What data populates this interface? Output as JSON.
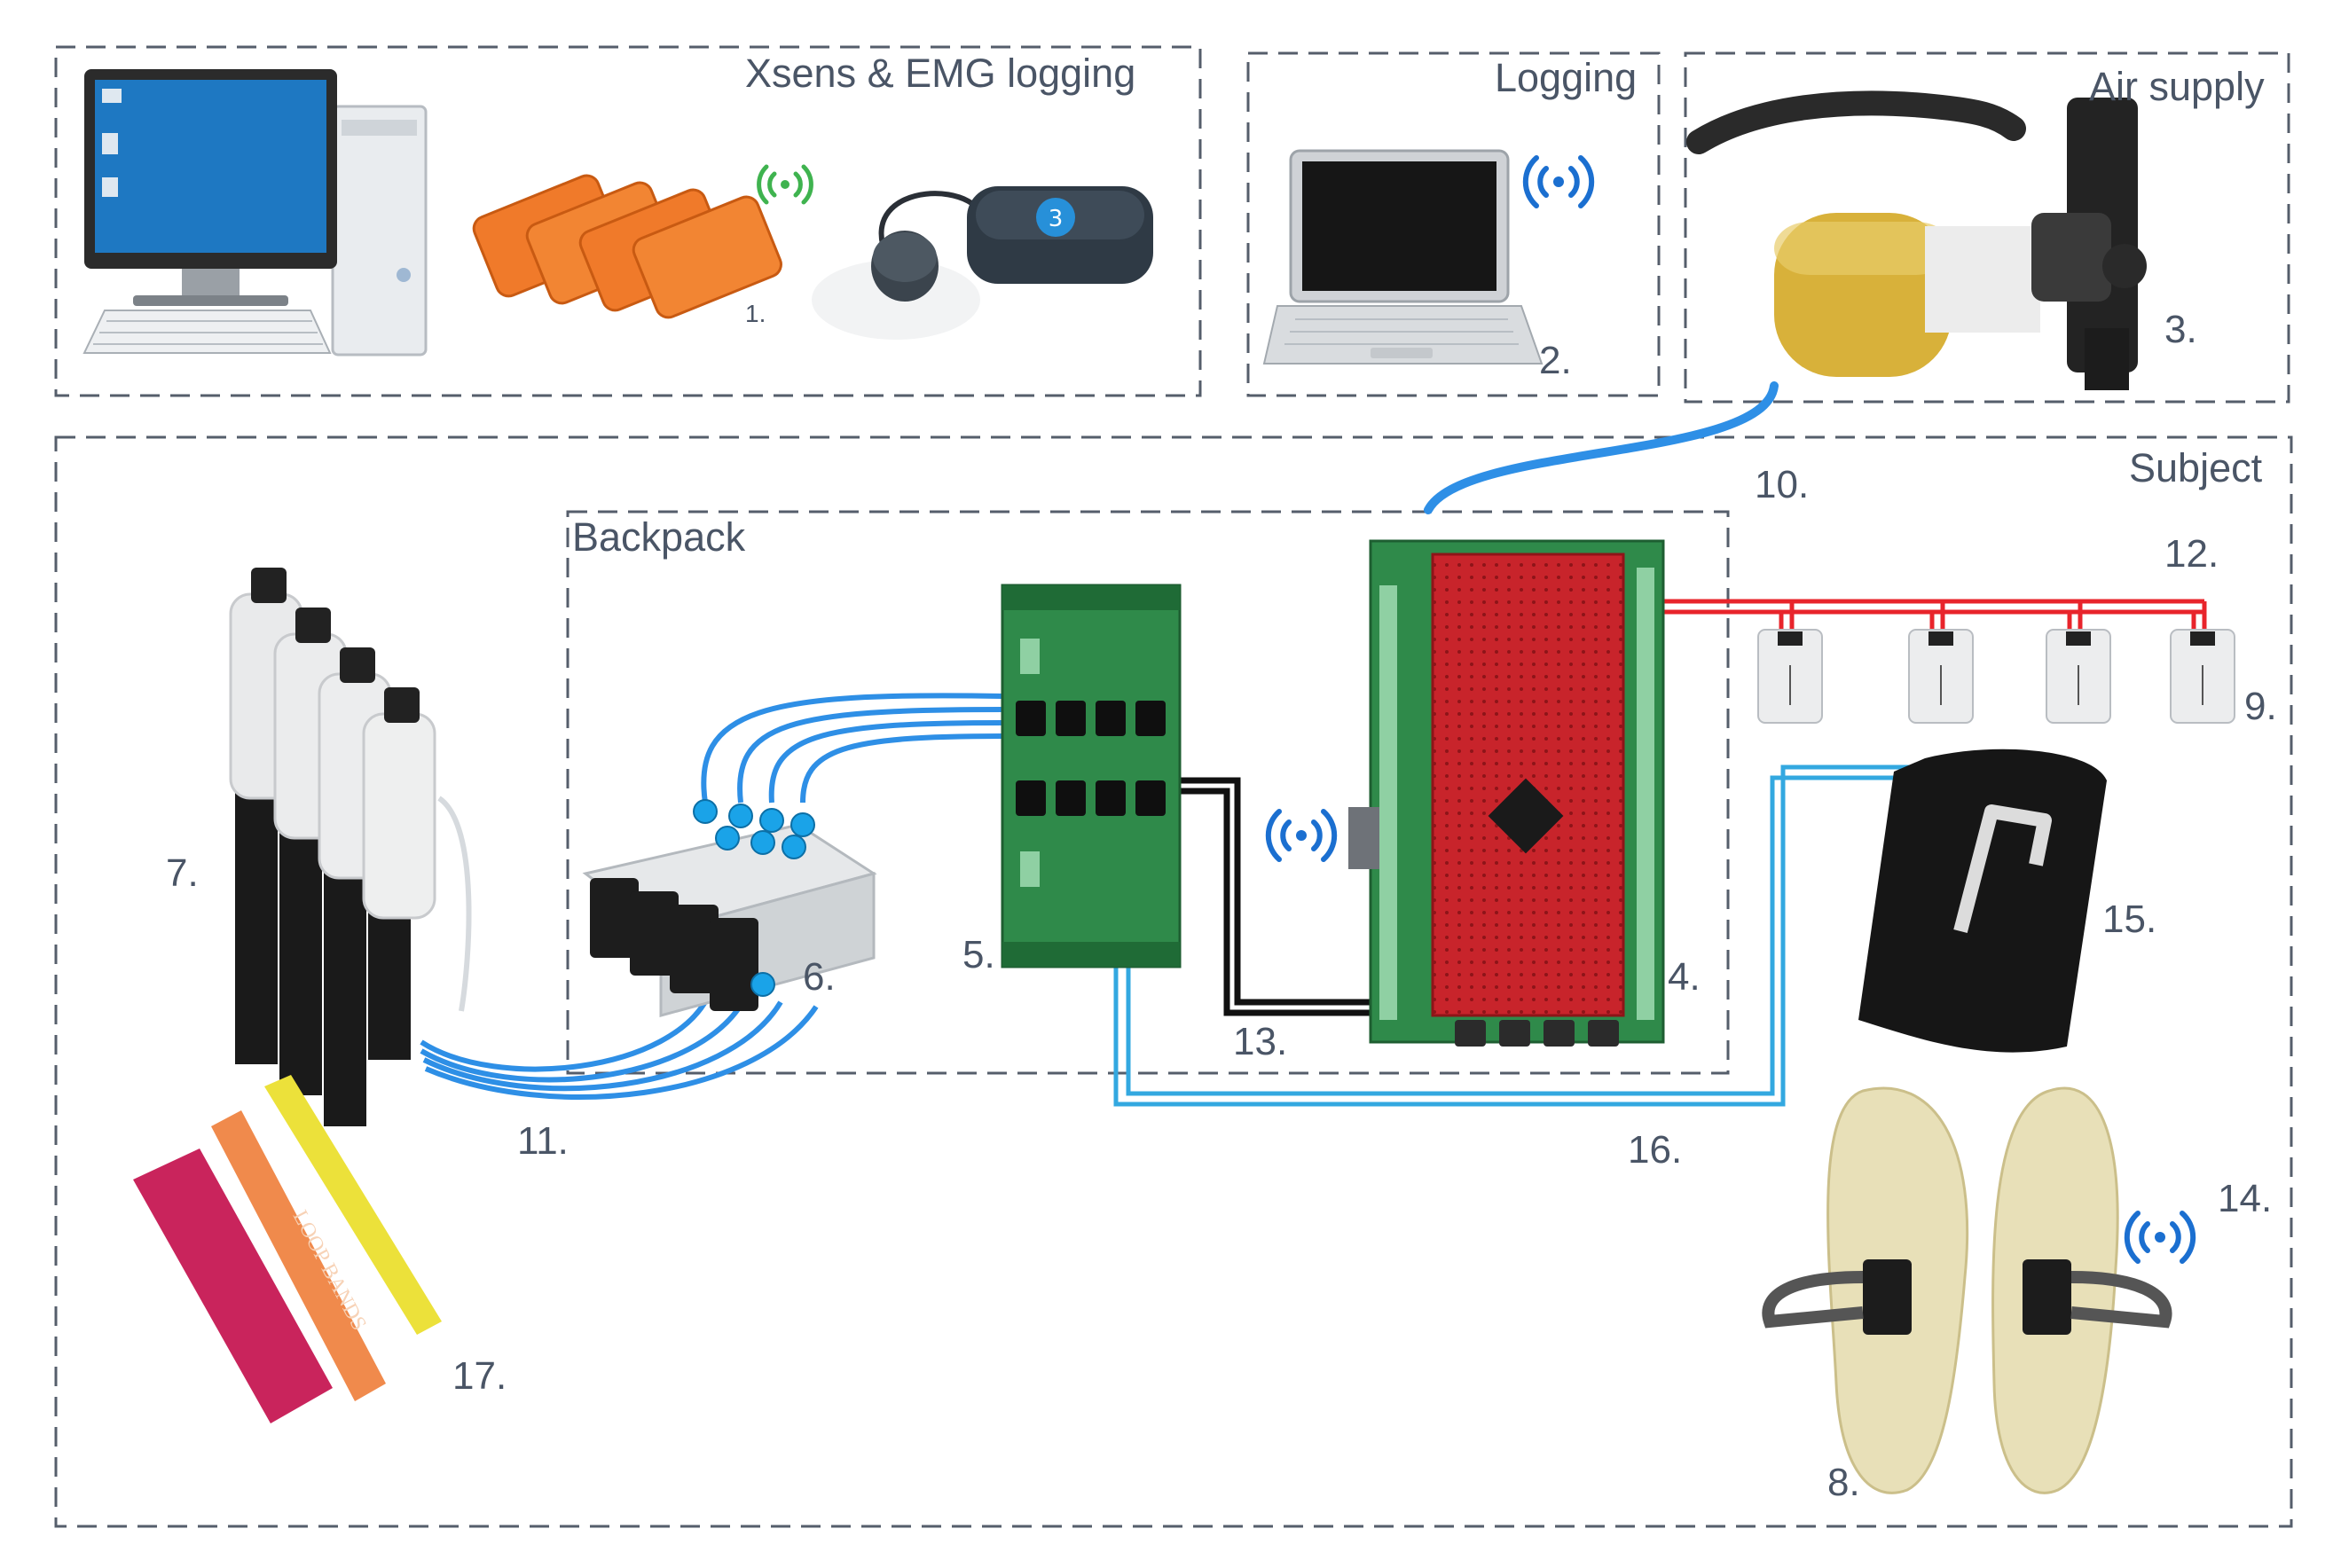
{
  "sections": {
    "xsens": "Xsens & EMG logging",
    "logging": "Logging",
    "air_supply": "Air supply",
    "subject": "Subject",
    "backpack": "Backpack"
  },
  "labels": {
    "n1": "1.",
    "n2": "2.",
    "n3": "3.",
    "n4": "4.",
    "n5": "5.",
    "n6": "6.",
    "n7": "7.",
    "n8": "8.",
    "n9": "9.",
    "n10": "10.",
    "n11": "11.",
    "n12": "12.",
    "n13": "13.",
    "n14": "14.",
    "n15": "15.",
    "n16": "16.",
    "n17": "17."
  },
  "device_text": {
    "loop_bands": "LOOP BANDS"
  },
  "colors": {
    "frame": "#555e6b",
    "text": "#4a5566",
    "tube": "#2e8fe6",
    "cable_light": "#33a8e0",
    "red_wire": "#e8242b",
    "wireless_blue": "#1b6fd0",
    "wireless_green": "#3fb34f",
    "pcb_red": "#c8242b",
    "pcb_green": "#2f8a4a"
  },
  "icons": [
    "desktop-computer-icon",
    "xsens-sensor-icon",
    "emg-sensor-icon",
    "laptop-icon",
    "air-tank-icon",
    "wireless-icon",
    "valve-manifold-icon",
    "driver-board-icon",
    "controller-board-icon",
    "pressure-sensor-icon",
    "pneumatic-actuator-icon",
    "knee-sleeve-icon",
    "insole-icon",
    "resistance-band-icon"
  ]
}
